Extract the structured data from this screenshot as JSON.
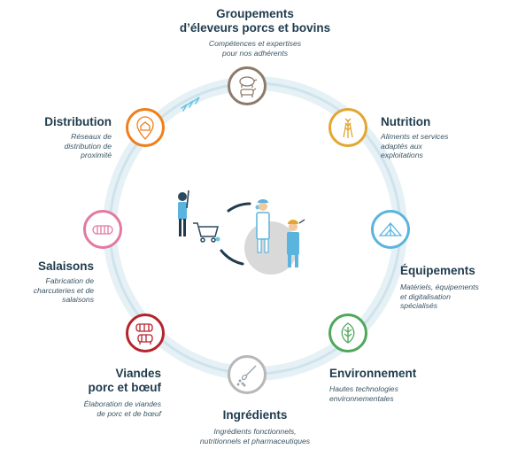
{
  "colors": {
    "ring": "#dcecf3",
    "navy": "#1f3b4d",
    "groupements": "#8e7a6a",
    "nutrition": "#e2a631",
    "equipements": "#5ab4de",
    "environnement": "#4ea85a",
    "ingredients": "#b7b7b7",
    "viandes": "#b5232c",
    "salaisons": "#e27aa2",
    "distribution": "#ee7f1b"
  },
  "segments": {
    "groupements": {
      "icon": "pig-and-cow-icon",
      "title_lines": [
        "Groupements",
        "d’éleveurs porcs et bovins"
      ],
      "sub_lines": [
        "Compétences et expertises",
        "pour nos adhérents"
      ]
    },
    "nutrition": {
      "icon": "wheat-icon",
      "title_lines": [
        "Nutrition"
      ],
      "sub_lines": [
        "Aliments et services",
        "adaptés aux",
        "exploitations"
      ]
    },
    "equipements": {
      "icon": "barn-roof-icon",
      "title_lines": [
        "Équipements"
      ],
      "sub_lines": [
        "Matériels, équipements",
        "et digitalisation",
        "spécialisés"
      ]
    },
    "environnement": {
      "icon": "leaf-icon",
      "title_lines": [
        "Environnement"
      ],
      "sub_lines": [
        "Hautes technologies",
        "environnementales"
      ]
    },
    "ingredients": {
      "icon": "spoon-powder-icon",
      "title_lines": [
        "Ingrédients"
      ],
      "sub_lines": [
        "Ingrédients fonctionnels,",
        "nutritionnels et pharmaceutiques"
      ]
    },
    "viandes": {
      "icon": "meat-cuts-icon",
      "title_lines": [
        "Viandes",
        "porc et bœuf"
      ],
      "sub_lines": [
        "Élaboration de viandes",
        "de porc et de bœuf"
      ]
    },
    "salaisons": {
      "icon": "sausage-icon",
      "title_lines": [
        "Salaisons"
      ],
      "sub_lines": [
        "Fabrication de",
        "charcuteries et de",
        "salaisons"
      ]
    },
    "distribution": {
      "icon": "map-pin-home-icon",
      "title_lines": [
        "Distribution"
      ],
      "sub_lines": [
        "Réseaux de",
        "distribution de",
        "proximité"
      ]
    }
  }
}
